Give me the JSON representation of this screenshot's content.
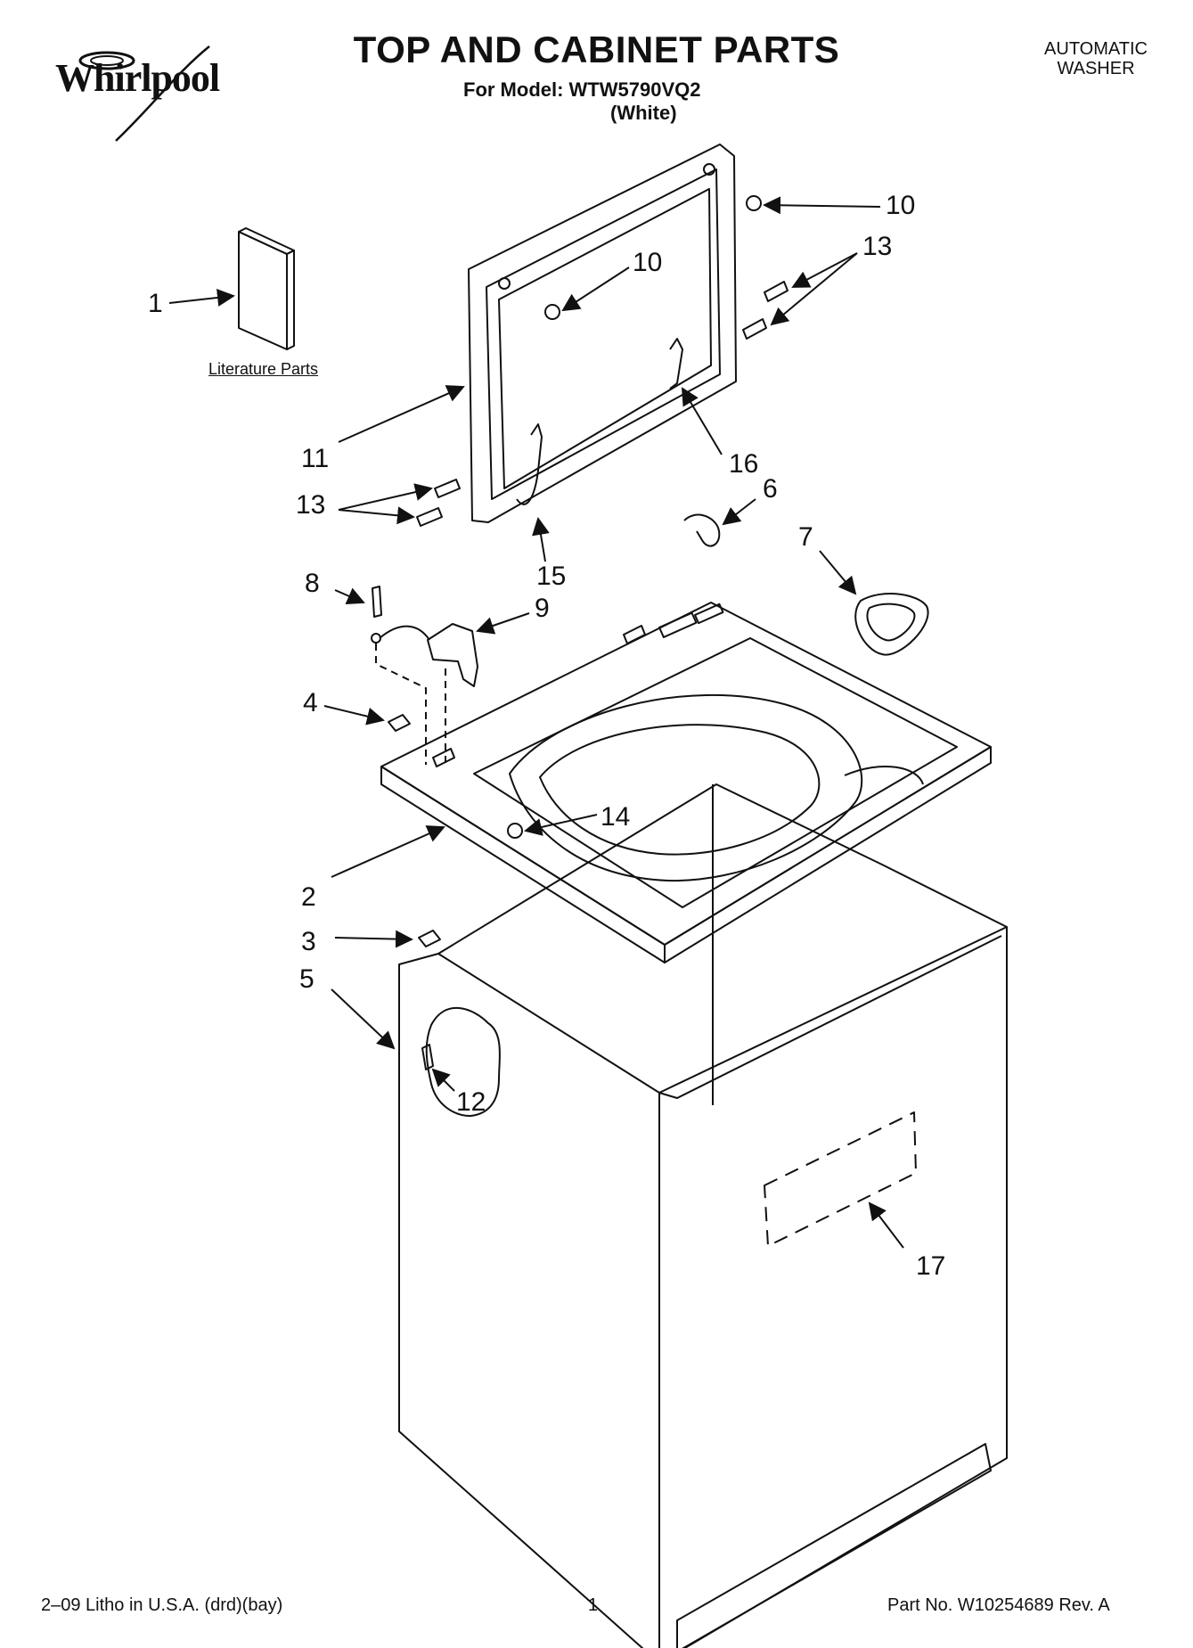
{
  "header": {
    "brand": "Whirlpool",
    "title": "TOP AND CABINET PARTS",
    "model_line": "For Model: WTW5790VQ2",
    "color_line": "(White)",
    "appliance_line1": "AUTOMATIC",
    "appliance_line2": "WASHER"
  },
  "literature_caption": "Literature Parts",
  "callouts": {
    "c1": "1",
    "c2": "2",
    "c3": "3",
    "c4": "4",
    "c5": "5",
    "c6": "6",
    "c7": "7",
    "c8": "8",
    "c9": "9",
    "c10a": "10",
    "c10b": "10",
    "c11": "11",
    "c12": "12",
    "c13a": "13",
    "c13b": "13",
    "c14": "14",
    "c15": "15",
    "c16": "16",
    "c17": "17"
  },
  "footer": {
    "left": "2–09 Litho in U.S.A. (drd)(bay)",
    "page": "1",
    "right": "Part No. W10254689 Rev. A"
  },
  "colors": {
    "ink": "#111111",
    "paper": "#ffffff"
  }
}
